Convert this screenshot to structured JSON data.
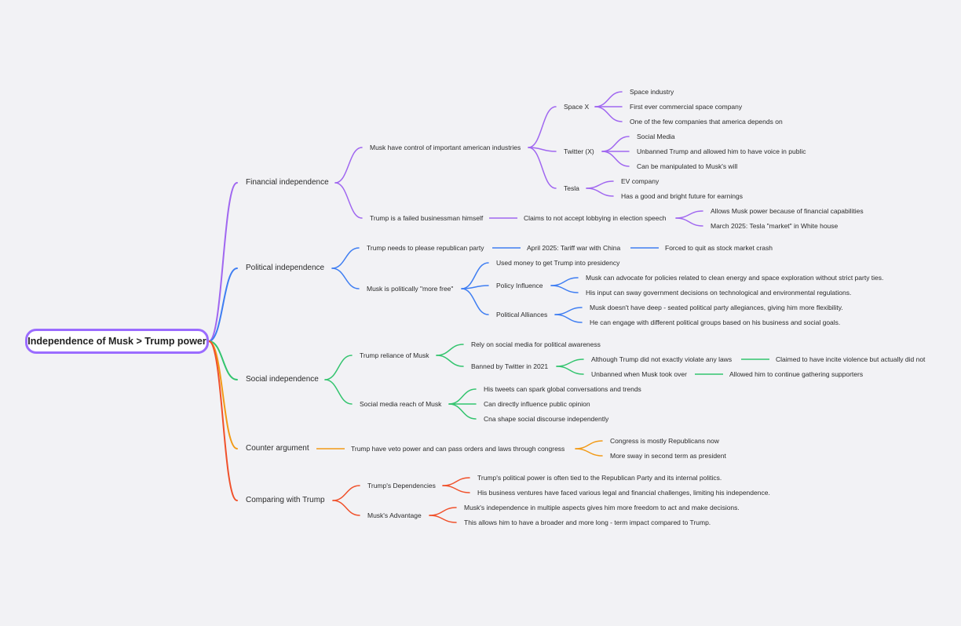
{
  "root": "Independence of Musk > Trump power",
  "colors": {
    "financial": "#a067f0",
    "political": "#3f7ef2",
    "social": "#33c46e",
    "counter": "#f29a16",
    "comparing": "#f0512b",
    "root_border": "#9b6cff",
    "background": "#f2f2f5"
  },
  "branches": {
    "financial": {
      "label": "Financial independence",
      "musk_control": {
        "label": "Musk have control of important american industries",
        "spacex": {
          "label": "Space X",
          "items": [
            "Space industry",
            "First ever commercial space company",
            "One of the few companies that america depends on"
          ]
        },
        "twitter": {
          "label": "Twitter (X)",
          "items": [
            "Social Media",
            "Unbanned Trump and allowed him to have voice in public",
            "Can be manipulated to Musk's will"
          ]
        },
        "tesla": {
          "label": "Tesla",
          "items": [
            "EV company",
            "Has a good and bright future for earnings"
          ]
        }
      },
      "failed_business": {
        "label": "Trump is a failed businessman himself",
        "claims": {
          "label": "Claims to not accept lobbying in election speech",
          "items": [
            "Allows Musk power because of financial capabilities",
            "March 2025: Tesla \"market\" in White house"
          ]
        }
      }
    },
    "political": {
      "label": "Political independence",
      "please_party": {
        "label": "Trump needs to please republican party",
        "tariff": "April 2025: Tariff war with China",
        "crash": "Forced to quit as stock market crash"
      },
      "more_free": {
        "label": "Musk is politically \"more free\"",
        "money": "Used money to get Trump into presidency",
        "policy": {
          "label": "Policy Influence",
          "items": [
            "Musk can advocate for policies related to clean energy and space exploration without strict party ties.",
            "His input can sway government decisions on technological and environmental regulations."
          ]
        },
        "alliances": {
          "label": "Political Alliances",
          "items": [
            "Musk doesn't have deep - seated political party allegiances, giving him more flexibility.",
            "He can engage with different political groups based on his business and social goals."
          ]
        }
      }
    },
    "social": {
      "label": "Social independence",
      "reliance": {
        "label": "Trump reliance of Musk",
        "rely": "Rely on social media for political awareness",
        "banned": {
          "label": "Banned by Twitter in 2021",
          "although": "Although Trump did not exactly violate any laws",
          "claimed": "Claimed to have incite violence but actually did not",
          "unbanned": "Unbanned when Musk took over",
          "allowed": "Allowed him to continue gathering supporters"
        }
      },
      "reach": {
        "label": "Social media reach of Musk",
        "items": [
          "His tweets can spark global conversations and trends",
          "Can directly influence public opinion",
          "Cna shape social discourse independently"
        ]
      }
    },
    "counter": {
      "label": "Counter argument",
      "veto": {
        "label": "Trump have veto power and can pass orders and laws through congress",
        "items": [
          "Congress is mostly Republicans now",
          "More sway in second term as president"
        ]
      }
    },
    "comparing": {
      "label": "Comparing with Trump",
      "dependencies": {
        "label": "Trump's Dependencies",
        "items": [
          "Trump's political power is often tied to the Republican Party and its internal politics.",
          "His business ventures have faced various legal and financial challenges, limiting his independence."
        ]
      },
      "advantage": {
        "label": "Musk's Advantage",
        "items": [
          "Musk's independence in multiple aspects gives him more freedom to act and make decisions.",
          "This allows him to have a broader and more long - term impact compared to Trump."
        ]
      }
    }
  }
}
